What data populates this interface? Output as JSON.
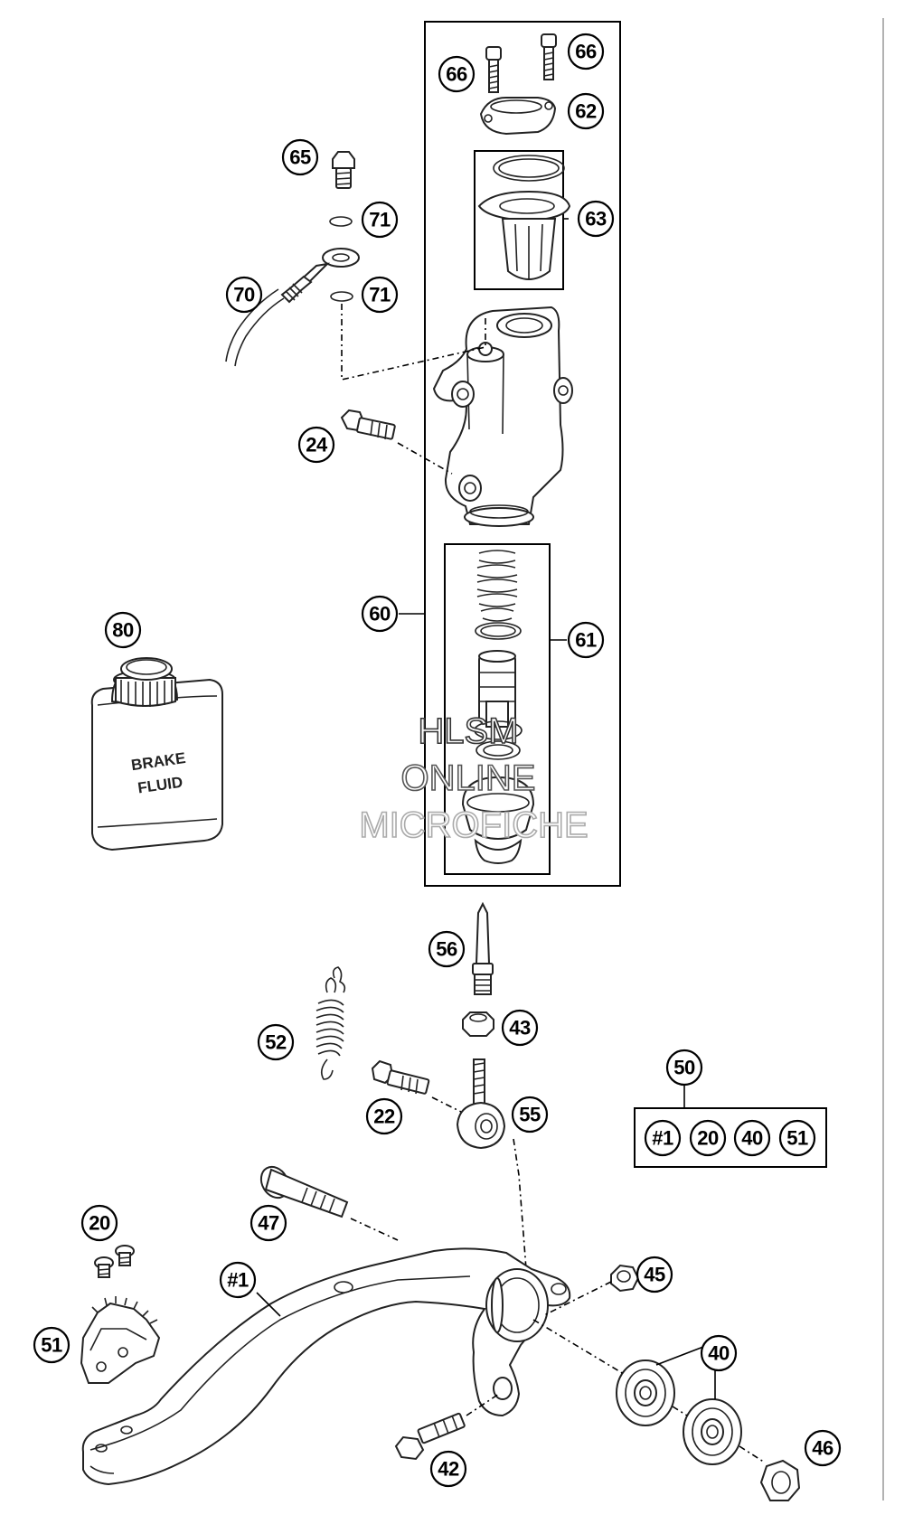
{
  "labels": {
    "l66a": "66",
    "l66b": "66",
    "l62": "62",
    "l63": "63",
    "l65": "65",
    "l71a": "71",
    "l71b": "71",
    "l70": "70",
    "l24": "24",
    "l60": "60",
    "l61": "61",
    "l80": "80",
    "l56": "56",
    "l43": "43",
    "l52": "52",
    "l22": "22",
    "l55": "55",
    "l50": "50",
    "l20": "20",
    "l47": "47",
    "l1": "#1",
    "l45": "45",
    "l51": "51",
    "l40": "40",
    "l42": "42",
    "l46": "46"
  },
  "kit_box": {
    "items": [
      "#1",
      "20",
      "40",
      "51"
    ]
  },
  "bottle": {
    "line1": "BRAKE",
    "line2": "FLUID"
  },
  "watermark": {
    "line1": "HLSM",
    "line2": "ONLINE",
    "line3": "MICROFICHE",
    "colors": [
      "#333333",
      "#555555",
      "#aaaaaa"
    ]
  }
}
